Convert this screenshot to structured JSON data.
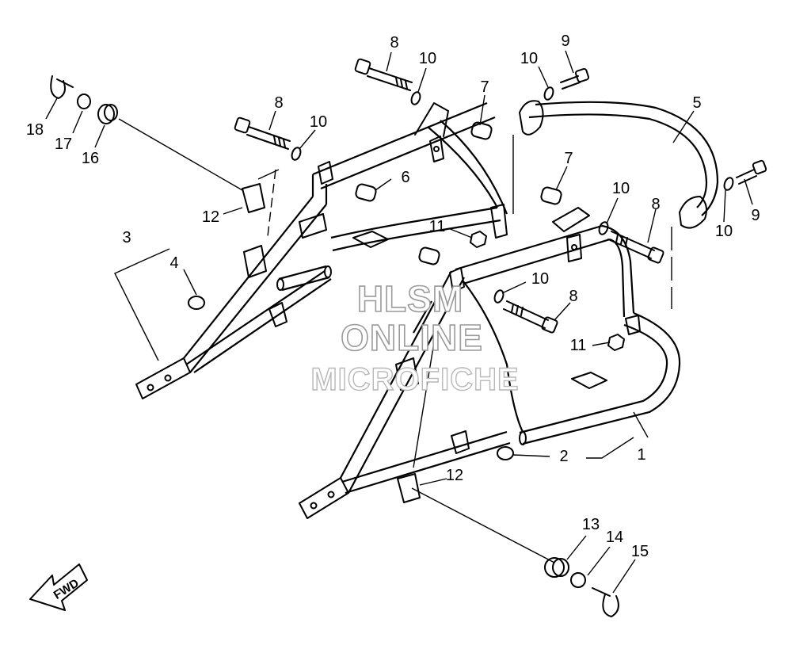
{
  "callouts": [
    {
      "id": "c18",
      "label": "18"
    },
    {
      "id": "c17",
      "label": "17"
    },
    {
      "id": "c16",
      "label": "16"
    },
    {
      "id": "c8a",
      "label": "8"
    },
    {
      "id": "c10a",
      "label": "10"
    },
    {
      "id": "c7a",
      "label": "7"
    },
    {
      "id": "c10b",
      "label": "10"
    },
    {
      "id": "c9a",
      "label": "9"
    },
    {
      "id": "c5",
      "label": "5"
    },
    {
      "id": "c8b",
      "label": "8"
    },
    {
      "id": "c10c",
      "label": "10"
    },
    {
      "id": "c6",
      "label": "6"
    },
    {
      "id": "c12a",
      "label": "12"
    },
    {
      "id": "c7b",
      "label": "7"
    },
    {
      "id": "c10d",
      "label": "10"
    },
    {
      "id": "c8c",
      "label": "8"
    },
    {
      "id": "c10e",
      "label": "10"
    },
    {
      "id": "c9b",
      "label": "9"
    },
    {
      "id": "c3",
      "label": "3"
    },
    {
      "id": "c4",
      "label": "4"
    },
    {
      "id": "c11a",
      "label": "11"
    },
    {
      "id": "c10f",
      "label": "10"
    },
    {
      "id": "c8d",
      "label": "8"
    },
    {
      "id": "c11b",
      "label": "11"
    },
    {
      "id": "c2",
      "label": "2"
    },
    {
      "id": "c1",
      "label": "1"
    },
    {
      "id": "c12b",
      "label": "12"
    },
    {
      "id": "c13",
      "label": "13"
    },
    {
      "id": "c14",
      "label": "14"
    },
    {
      "id": "c15",
      "label": "15"
    }
  ],
  "watermark": {
    "line1": "HLSM",
    "line2": "ONLINE",
    "line3": "MICROFICHE"
  },
  "direction_arrow": {
    "label": "FWD"
  }
}
